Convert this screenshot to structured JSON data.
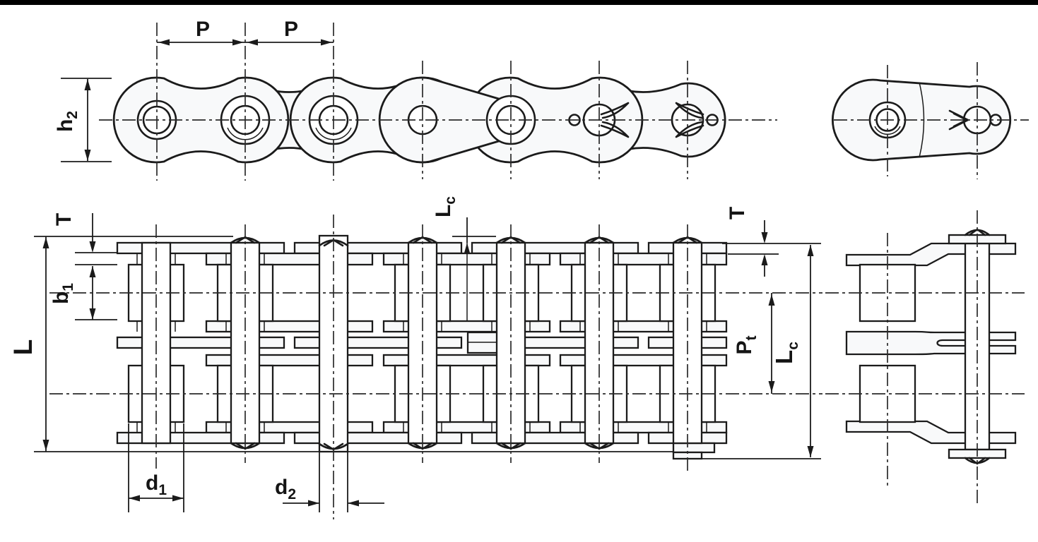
{
  "page": {
    "background": "#ffffff",
    "top_border_color": "#000000"
  },
  "diagram": {
    "description": "Dimensioned engineering drawing of a duplex roller chain: side elevation, link end view, duplex plan view and offset-link plan view",
    "line_color": "#1b1b1b",
    "plate_fill": "#f8f9fa",
    "dimension_labels": {
      "pitch_1": {
        "text": "P",
        "sub": ""
      },
      "pitch_2": {
        "text": "P",
        "sub": ""
      },
      "plate_height": {
        "text": "h",
        "sub": "2"
      },
      "plate_thickness_left": {
        "text": "T",
        "sub": ""
      },
      "inner_width": {
        "text": "b",
        "sub": "1"
      },
      "pin_length": {
        "text": "L",
        "sub": ""
      },
      "connecting_length_top": {
        "text": "L",
        "sub": "c"
      },
      "plate_thickness_right": {
        "text": "T",
        "sub": ""
      },
      "transverse_pitch": {
        "text": "P",
        "sub": "t"
      },
      "connecting_length_right": {
        "text": "L",
        "sub": "c"
      },
      "roller_diameter": {
        "text": "d",
        "sub": "1"
      },
      "pin_diameter": {
        "text": "d",
        "sub": "2"
      }
    }
  }
}
